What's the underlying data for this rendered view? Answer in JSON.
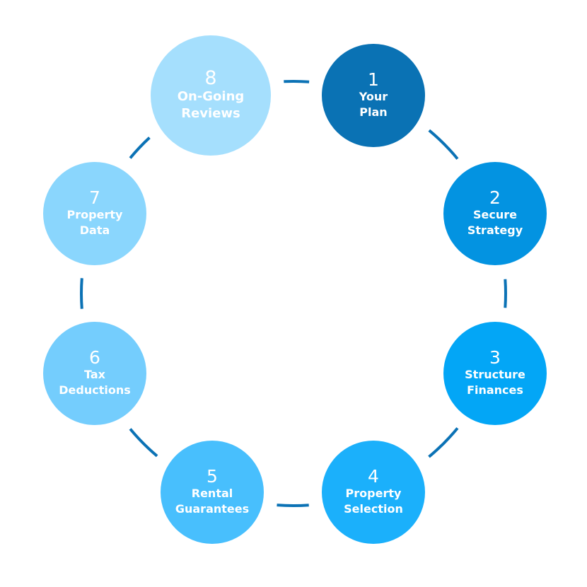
{
  "diagram": {
    "type": "cycle",
    "connector_color": "#0b72b5",
    "steps": [
      {
        "number": "1",
        "line1": "Your",
        "line2": "Plan",
        "color": "#0a72b4"
      },
      {
        "number": "2",
        "line1": "Secure",
        "line2": "Strategy",
        "color": "#0393e1"
      },
      {
        "number": "3",
        "line1": "Structure",
        "line2": "Finances",
        "color": "#03a6f6"
      },
      {
        "number": "4",
        "line1": "Property",
        "line2": "Selection",
        "color": "#1bb0fb"
      },
      {
        "number": "5",
        "line1": "Rental",
        "line2": "Guarantees",
        "color": "#48bffd"
      },
      {
        "number": "6",
        "line1": "Tax",
        "line2": "Deductions",
        "color": "#74cdfd"
      },
      {
        "number": "7",
        "line1": "Property",
        "line2": "Data",
        "color": "#8ad6fd"
      },
      {
        "number": "8",
        "line1": "On-Going",
        "line2": "Reviews",
        "color": "#a5dffd"
      }
    ]
  }
}
